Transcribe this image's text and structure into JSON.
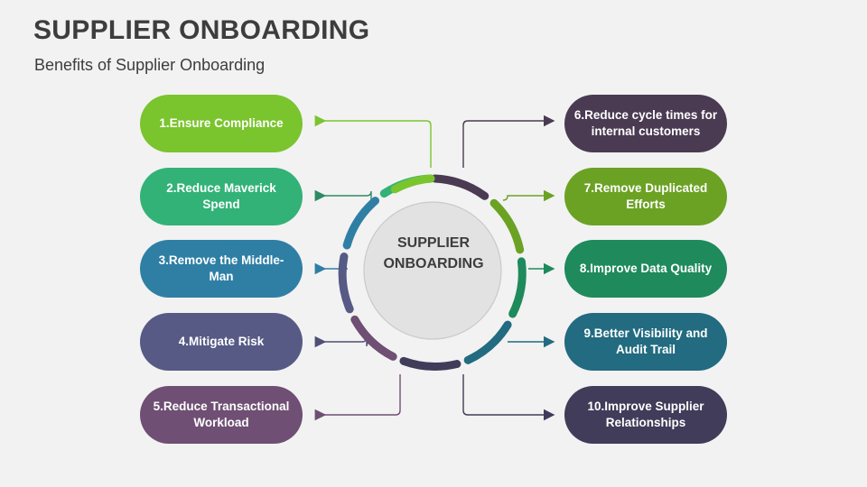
{
  "header": {
    "title": "SUPPLIER ONBOARDING",
    "subtitle": "Benefits of Supplier Onboarding"
  },
  "center": {
    "label_line1": "SUPPLIER",
    "label_line2": "ONBOARDING",
    "inner_fill": "#e2e2e2",
    "inner_stroke": "#c9c9c9"
  },
  "left_cards": [
    {
      "label": "1.Ensure Compliance",
      "color": "#7ac42e"
    },
    {
      "label": "2.Reduce Maverick Spend",
      "color": "#32b277"
    },
    {
      "label": "3.Remove the Middle-Man",
      "color": "#2f7fa5"
    },
    {
      "label": "4.Mitigate Risk",
      "color": "#565a85"
    },
    {
      "label": "5.Reduce Transactional Workload",
      "color": "#6f4f73"
    }
  ],
  "right_cards": [
    {
      "label": "6.Reduce cycle times for internal customers",
      "color": "#4a3a52"
    },
    {
      "label": "7.Remove Duplicated Efforts",
      "color": "#6ba224"
    },
    {
      "label": "8.Improve Data Quality",
      "color": "#1f8a5c"
    },
    {
      "label": "9.Better Visibility and Audit Trail",
      "color": "#226b80"
    },
    {
      "label": "10.Improve Supplier Relationships",
      "color": "#403c59"
    }
  ],
  "ring_segments": [
    {
      "name": "segment-1-ensure-compliance",
      "color": "#7ac42e"
    },
    {
      "name": "segment-2-reduce-maverick-spend",
      "color": "#32b277"
    },
    {
      "name": "segment-3-remove-middle-man",
      "color": "#2f7fa5"
    },
    {
      "name": "segment-4-mitigate-risk",
      "color": "#565a85"
    },
    {
      "name": "segment-5-reduce-transactional-workload",
      "color": "#6f4f73"
    },
    {
      "name": "segment-6-reduce-cycle-times",
      "color": "#4a3a52"
    },
    {
      "name": "segment-7-remove-duplicated-efforts",
      "color": "#6ba224"
    },
    {
      "name": "segment-8-improve-data-quality",
      "color": "#1f8a5c"
    },
    {
      "name": "segment-9-better-visibility",
      "color": "#226b80"
    },
    {
      "name": "segment-10-improve-supplier-relationships",
      "color": "#403c59"
    }
  ],
  "background": "#f2f2f2",
  "text_color": "#3d3d3d"
}
